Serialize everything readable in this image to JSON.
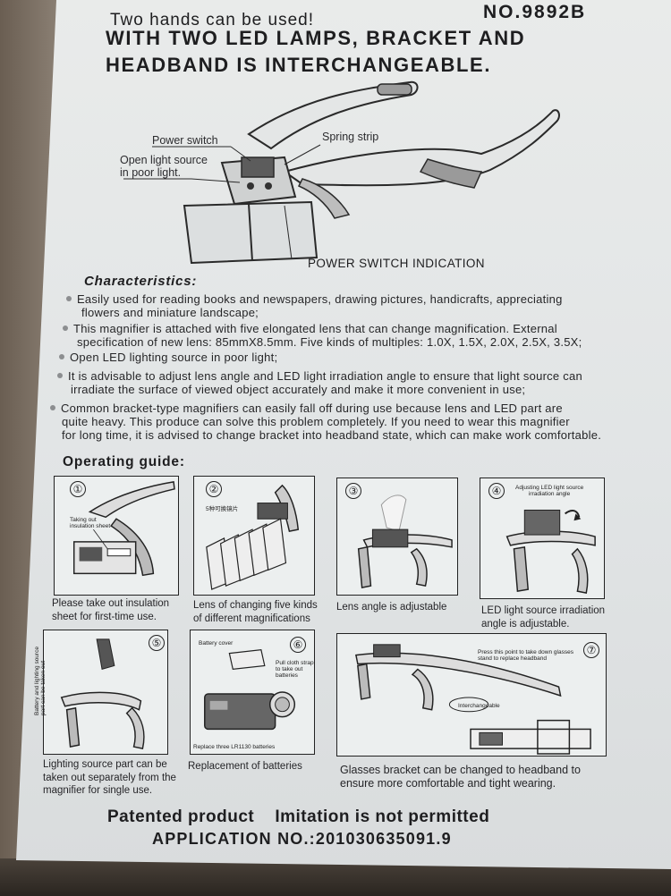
{
  "header": {
    "subtitle": "Two hands can be used!",
    "model": "NO.9892B",
    "title_line1": "WITH TWO LED LAMPS, BRACKET AND",
    "title_line2": "HEADBAND IS INTERCHANGEABLE."
  },
  "diagram": {
    "power_switch": "Power switch",
    "open_light_line1": "Open light source",
    "open_light_line2": "in poor light.",
    "spring_strip": "Spring strip",
    "power_switch_indication": "POWER SWITCH INDICATION"
  },
  "characteristics": {
    "title": "Characteristics:",
    "items": [
      {
        "line1": "Easily used for reading books and newspapers, drawing pictures, handicrafts, appreciating",
        "line2": "flowers and miniature landscape;"
      },
      {
        "line1": "This magnifier is attached with five elongated lens that can change magnification. External",
        "line2": "specification of new lens: 85mmX8.5mm. Five kinds of multiples: 1.0X, 1.5X, 2.0X, 2.5X, 3.5X;"
      },
      {
        "line1": "Open LED lighting source in poor light;",
        "line2": ""
      },
      {
        "line1": "It is advisable to adjust lens angle and LED light irradiation angle to ensure that light source can",
        "line2": "irradiate the surface of viewed object accurately and make it more convenient in use;"
      },
      {
        "line1": "Common bracket-type magnifiers can easily fall off during use because lens and LED part are",
        "line2": "quite heavy. This produce can solve this problem completely. If you need to wear this magnifier",
        "line3": "for long time, it is advised to change bracket into headband state, which can make work comfortable."
      }
    ]
  },
  "operating_guide": {
    "title": "Operating guide:",
    "steps": [
      {
        "num": "①",
        "inner_line1": "Taking out",
        "inner_line2": "insulation sheet",
        "caption_line1": "Please take out insulation",
        "caption_line2": "sheet for first-time use."
      },
      {
        "num": "②",
        "inner_line1": "5种可换镜片",
        "caption_line1": "Lens of changing five kinds",
        "caption_line2": "of different magnifications"
      },
      {
        "num": "③",
        "caption_line1": "Lens angle is adjustable"
      },
      {
        "num": "④",
        "inner_line1": "Adjusting LED light source",
        "inner_line2": "irradiation angle",
        "caption_line1": "LED light source irradiation",
        "caption_line2": "angle is adjustable."
      },
      {
        "num": "⑤",
        "inner_line1": "Battery and lighting source",
        "inner_line2": "part can be taken out",
        "caption_line1": "Lighting source part can be",
        "caption_line2": "taken out separately from the",
        "caption_line3": "magnifier for single use."
      },
      {
        "num": "⑥",
        "inner_line1": "Battery cover",
        "inner_line2": "Pull cloth strap to take out batteries",
        "inner_line3": "Replace three LR1130 batteries",
        "caption_line1": "Replacement of batteries"
      },
      {
        "num": "⑦",
        "inner_line1": "Press this point to take down glasses",
        "inner_line2": "stand to replace headband",
        "inner_line3": "Interchangeable",
        "caption_line1": "Glasses bracket can be changed to headband to",
        "caption_line2": "ensure more comfortable and tight wearing."
      }
    ]
  },
  "footer": {
    "line1": "Patented product    Imitation is not permitted",
    "line2": "APPLICATION NO.:201030635091.9"
  }
}
